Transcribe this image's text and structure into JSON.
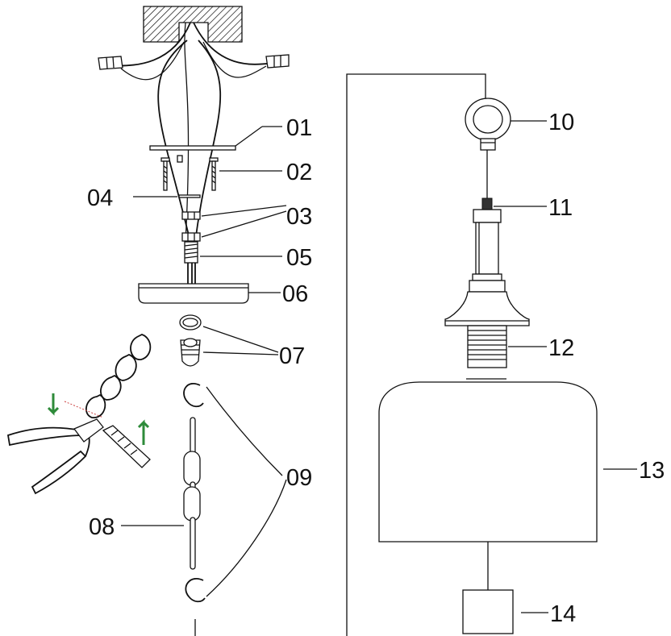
{
  "parts": {
    "p01": "01",
    "p02": "02",
    "p03": "03",
    "p04": "04",
    "p05": "05",
    "p06": "06",
    "p07": "07",
    "p08": "08",
    "p09": "09",
    "p10": "10",
    "p11": "11",
    "p12": "12",
    "p13": "13",
    "p14": "14"
  },
  "colors": {
    "line": "#111111",
    "background": "#ffffff",
    "arrow_green": "#2e8b3a"
  },
  "icons": [
    "pliers-icon",
    "arrow-up-icon",
    "arrow-down-icon"
  ]
}
